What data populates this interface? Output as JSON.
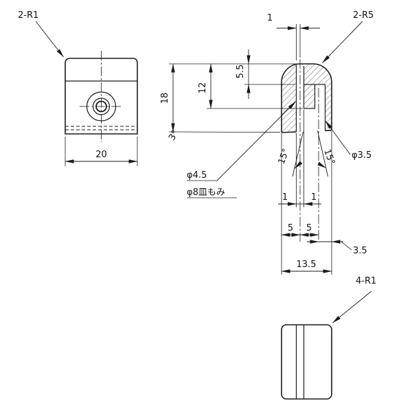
{
  "drawing": {
    "background": "#ffffff",
    "line_color": "#1a1a1a",
    "views": {
      "front": {
        "radius_note": "2-R1",
        "width_dim": "20"
      },
      "side_section": {
        "radius_note": "2-R5",
        "height_dim": "18",
        "depth_dim": "12",
        "upper_depth_dim": "5.5",
        "top_offset_dim": "1",
        "draft_angle": "3°",
        "left_taper_angle": "15°",
        "right_taper_angle": "15°",
        "hole_dia": "φ3.5",
        "counterbore_note_line1": "φ4.5",
        "counterbore_note_line2": "φ8皿もみ",
        "slot_left_dim": "1",
        "slot_right_dim": "1",
        "pitch_left_dim": "5",
        "pitch_right_dim": "5",
        "edge_dim": "3.5",
        "total_depth_dim": "13.5"
      },
      "bottom": {
        "radius_note": "4-R1"
      }
    }
  }
}
